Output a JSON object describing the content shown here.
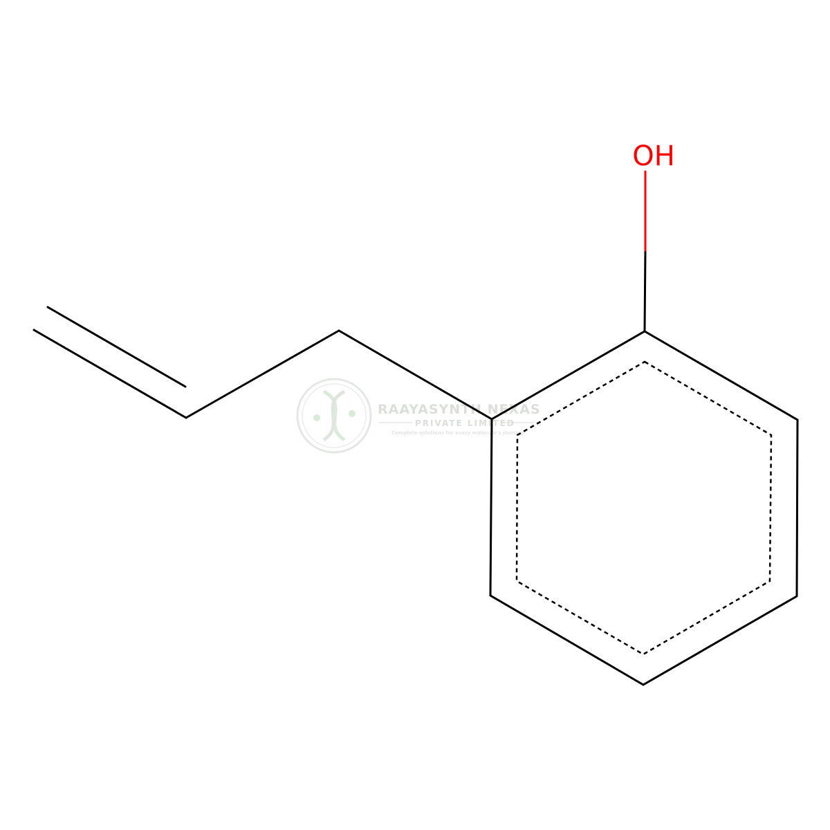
{
  "molecule": {
    "oh_label": "OH",
    "colors": {
      "bond": "#000000",
      "oxygen": "#ff0000",
      "watermark": "#d7dcd7",
      "watermark_accent": "#cfe8cf"
    }
  },
  "watermark": {
    "company": "RAAYASYNTH NEXAS",
    "subtitle": "PRIVATE LIMITED",
    "tagline": "Complete solutions for every molecule's journey",
    "logo_icon": "dna-helix-icon"
  }
}
